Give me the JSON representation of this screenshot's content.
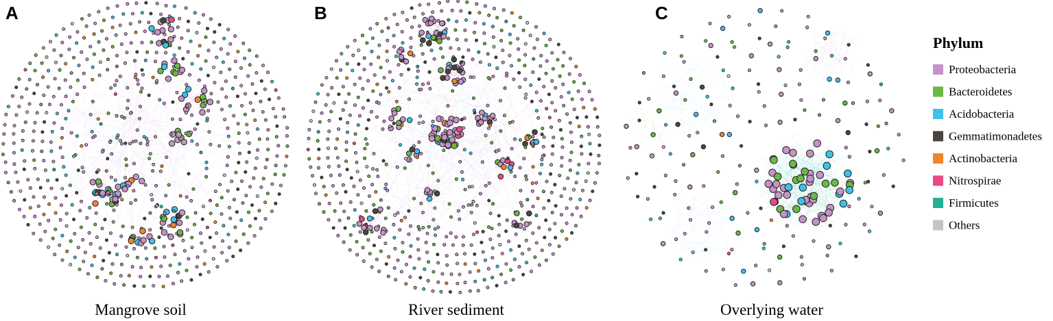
{
  "panels": [
    {
      "letter": "A",
      "caption": "Mangrove soil"
    },
    {
      "letter": "B",
      "caption": "River sediment"
    },
    {
      "letter": "C",
      "caption": "Overlying water"
    }
  ],
  "legend": {
    "title": "Phylum",
    "items": [
      {
        "label": "Proteobacteria",
        "color": "#c792c8"
      },
      {
        "label": "Bacteroidetes",
        "color": "#6bb845"
      },
      {
        "label": "Acidobacteria",
        "color": "#3ec1ea"
      },
      {
        "label": "Gemmatimonadetes",
        "color": "#4a4540"
      },
      {
        "label": "Actinobacteria",
        "color": "#f0862a"
      },
      {
        "label": "Nitrospirae",
        "color": "#e94a86"
      },
      {
        "label": "Firmicutes",
        "color": "#22b194"
      },
      {
        "label": "Others",
        "color": "#c4c4c4"
      }
    ]
  }
}
